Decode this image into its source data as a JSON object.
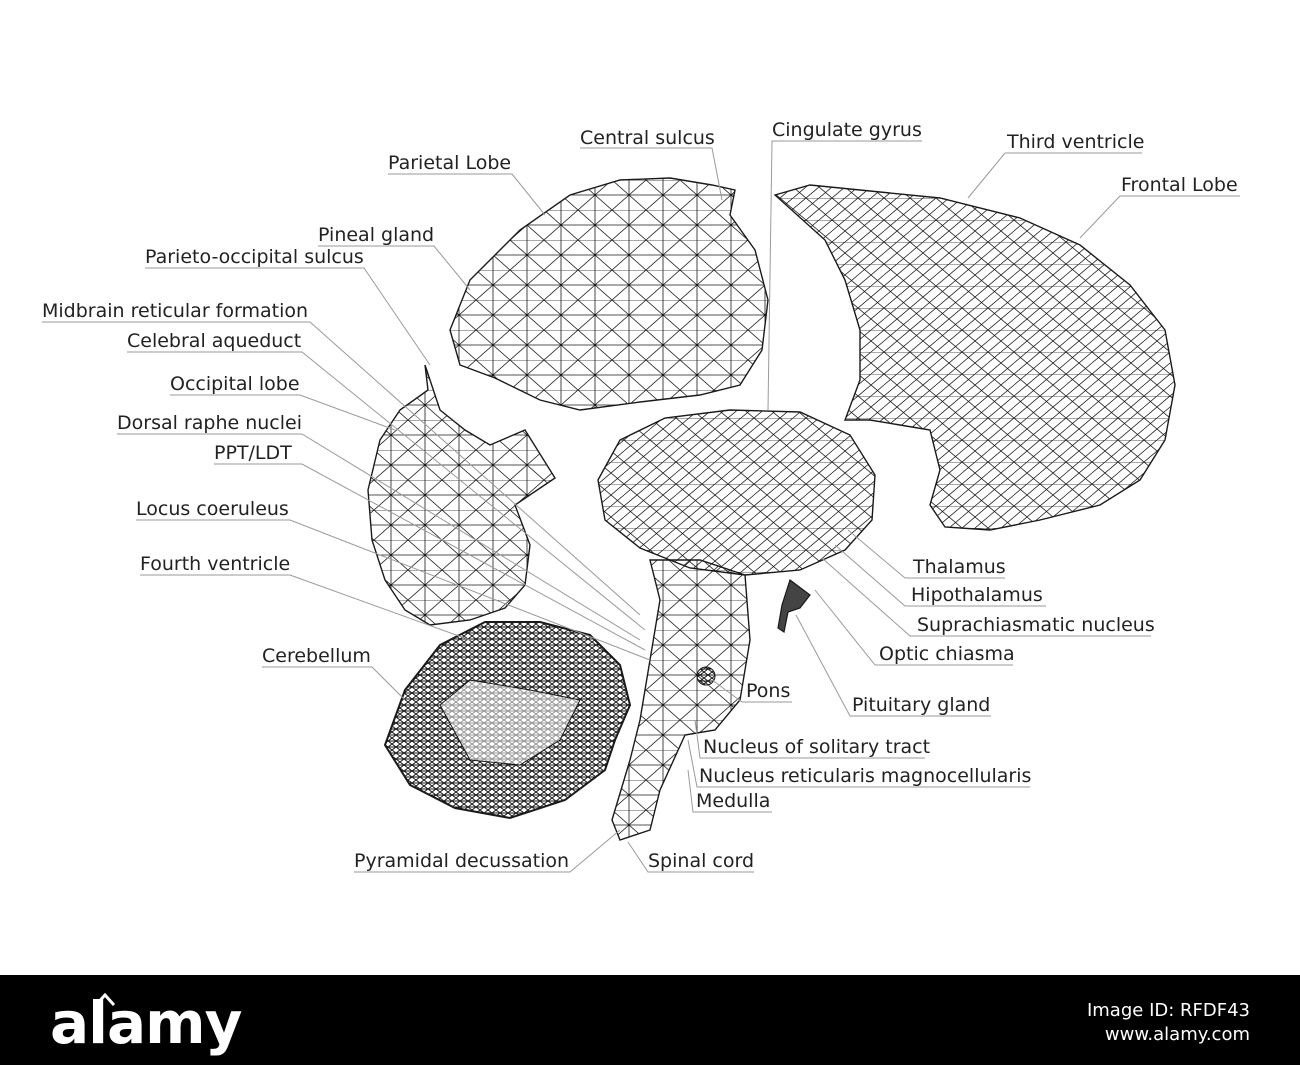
{
  "labels": {
    "central_sulcus": "Central sulcus",
    "cingulate_gyrus": "Cingulate gyrus",
    "parietal_lobe": "Parietal Lobe",
    "third_ventricle": "Third ventricle",
    "frontal_lobe": "Frontal Lobe",
    "pineal_gland": "Pineal gland",
    "parieto_occipital_sulcus": "Parieto-occipital sulcus",
    "midbrain_reticular_formation": "Midbrain reticular formation",
    "cerebral_aqueduct": "Celebral aqueduct",
    "occipital_lobe": "Occipital lobe",
    "dorsal_raphe_nuclei": "Dorsal raphe nuclei",
    "ppt_ldt": "PPT/LDT",
    "locus_coeruleus": "Locus coeruleus",
    "fourth_ventricle": "Fourth ventricle",
    "cerebellum": "Cerebellum",
    "thalamus": "Thalamus",
    "hipothalamus": "Hipothalamus",
    "suprachiasmatic_nucleus": "Suprachiasmatic nucleus",
    "optic_chiasma": "Optic chiasma",
    "pons": "Pons",
    "pituitary_gland": "Pituitary gland",
    "nucleus_solitary_tract": "Nucleus of solitary tract",
    "nucleus_reticularis": "Nucleus reticularis magnocellularis",
    "medulla": "Medulla",
    "pyramidal_decussation": "Pyramidal decussation",
    "spinal_cord": "Spinal cord"
  },
  "footer": {
    "brand": "alamy",
    "image_id": "Image ID: RFDF43",
    "site": "www.alamy.com"
  },
  "colors": {
    "wire": "#1a1a1a",
    "leader": "#9a9a9a",
    "footer_bg": "#000000"
  }
}
